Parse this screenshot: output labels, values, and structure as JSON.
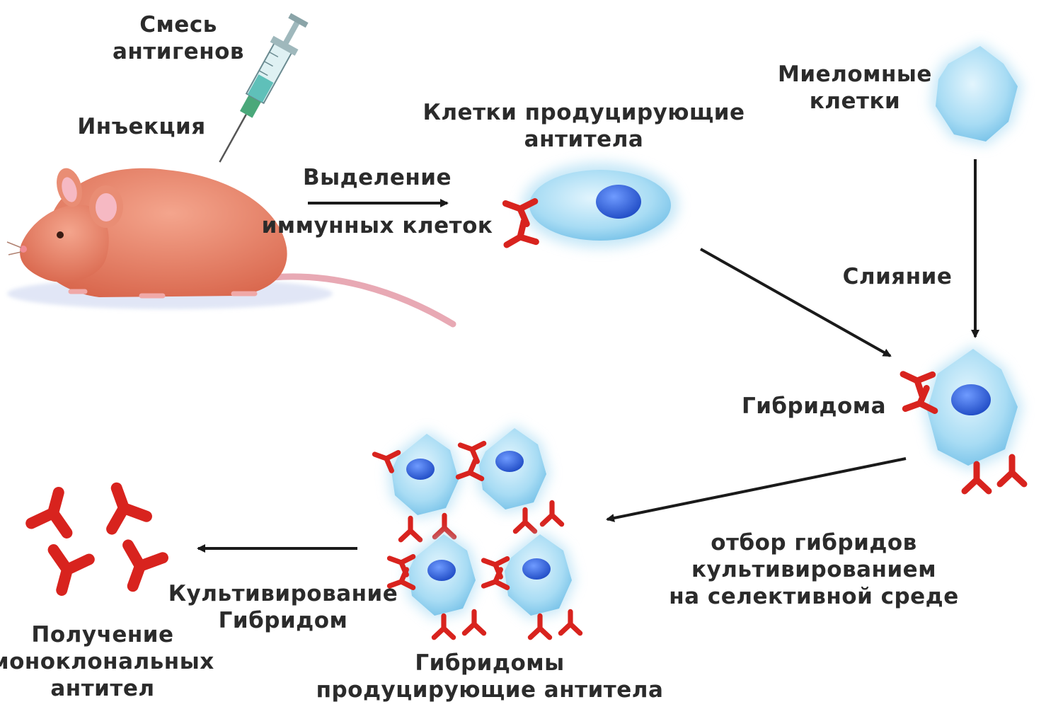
{
  "labels": {
    "antigen_mix_1": "Смесь",
    "antigen_mix_2": "антигенов",
    "injection": "Инъекция",
    "isolation_1": "Выделение",
    "isolation_2": "иммунных клеток",
    "producing_cells_1": "Клетки продуцирующие",
    "producing_cells_2": "антитела",
    "myeloma_1": "Миеломные",
    "myeloma_2": "клетки",
    "fusion": "Слияние",
    "hybridoma": "Гибридома",
    "selection_1": "отбор гибридов",
    "selection_2": "культивированием",
    "selection_3": "на селективной среде",
    "hybridomas_1": "Гибридомы",
    "hybridomas_2": "продуцирующие антитела",
    "cultivation_1": "Культивирование",
    "cultivation_2": "Гибридом",
    "result_1": "Получение",
    "result_2": "моноклональных",
    "result_3": "антител"
  },
  "colors": {
    "mouse": "#e9836a",
    "cell": "#9fd7f2",
    "nucleus": "#3b6fe0",
    "antibody": "#d8231e",
    "arrow": "#1a1a1a",
    "text": "#2b2b2b"
  },
  "icons": [
    "mouse-icon",
    "syringe-icon",
    "b-cell-icon",
    "myeloma-cell-icon",
    "hybridoma-cell-icon",
    "antibody-icon"
  ]
}
